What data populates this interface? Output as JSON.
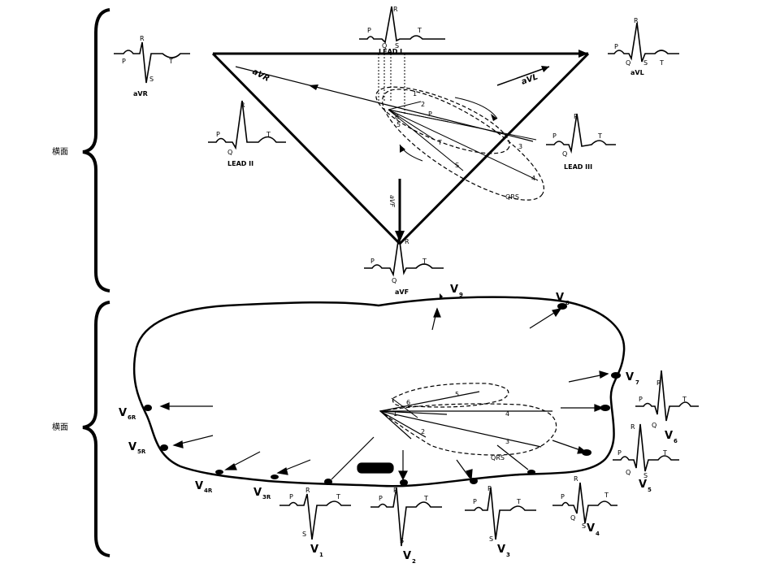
{
  "side_labels": {
    "upper": "横面",
    "lower": "横面"
  },
  "frontal": {
    "wave_labels": {
      "p": "P",
      "q": "Q",
      "r": "R",
      "s": "S",
      "t": "T"
    },
    "leads": {
      "lead1": "LEAD I",
      "lead2": "LEAD II",
      "lead3": "LEAD III",
      "avr": "aVR",
      "avl": "aVL",
      "avf": "aVF"
    },
    "axis_labels": {
      "avr": "aVR",
      "avl": "aVL",
      "avf": "aVF"
    },
    "loop_numbers": [
      "1",
      "2",
      "3",
      "4",
      "5",
      "6"
    ],
    "loop_letters": {
      "p": "P",
      "t": "T",
      "s": "S"
    },
    "loop_label": "QRS"
  },
  "horizontal": {
    "v9": {
      "main": "V",
      "sub": "9"
    },
    "v8": {
      "main": "V",
      "sub": "8"
    },
    "v7": {
      "main": "V",
      "sub": "7"
    },
    "v6": {
      "main": "V",
      "sub": "6"
    },
    "v5": {
      "main": "V",
      "sub": "5"
    },
    "v4": {
      "main": "V",
      "sub": "4"
    },
    "v3": {
      "main": "V",
      "sub": "3"
    },
    "v2": {
      "main": "V",
      "sub": "2"
    },
    "v1": {
      "main": "V",
      "sub": "1"
    },
    "v3r": {
      "main": "V",
      "sub": "3R"
    },
    "v4r": {
      "main": "V",
      "sub": "4R"
    },
    "v5r": {
      "main": "V",
      "sub": "5R"
    },
    "v6r": {
      "main": "V",
      "sub": "6R"
    },
    "loop_numbers": [
      "1",
      "2",
      "3",
      "4",
      "5",
      "6"
    ],
    "loop_label": "QRS"
  }
}
